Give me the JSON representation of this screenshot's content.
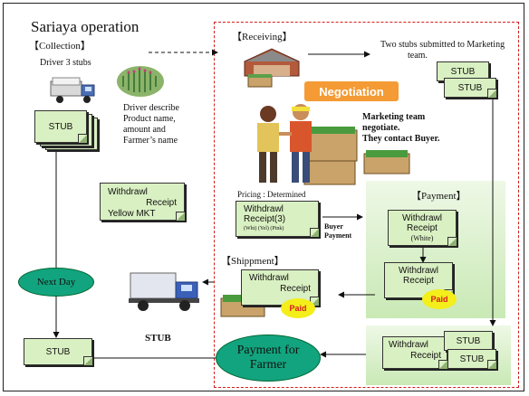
{
  "title": "Sariaya operation",
  "collection": {
    "heading": "【Collection】",
    "driver_stubs": "Driver 3 stubs",
    "describe_lines": [
      "Driver describe",
      "Product name,",
      "amount and",
      "Farmer’s name"
    ]
  },
  "receiving": {
    "heading": "【Receiving】",
    "note_lines": [
      "Two stubs submitted to Marketing",
      "team."
    ]
  },
  "negotiation": {
    "label": "Negotiation",
    "note_lines": [
      "Marketing team",
      "negotiate.",
      "They contact Buyer."
    ]
  },
  "pricing": "Pricing : Determined",
  "receipt3": {
    "lines": [
      "Withdrawl",
      "Receipt(3)"
    ],
    "sub": "(Wht) (Yel) (Pink)"
  },
  "buyer_payment": [
    "Buyer",
    "Payment"
  ],
  "yellow_receipt": {
    "lines": [
      "Withdrawl",
      "Receipt"
    ],
    "sub": "Yellow MKT"
  },
  "payment": {
    "heading": "【Payment】",
    "receipt_white": {
      "lines": [
        "Withdrawl",
        "Receipt"
      ],
      "sub": "(White)"
    },
    "receipt_paid": {
      "lines": [
        "Withdrawl",
        "Receipt"
      ]
    }
  },
  "paid_label": "Paid",
  "shipment": {
    "heading": "【Shippment】",
    "receipt": {
      "lines": [
        "Withdrawl",
        "Receipt"
      ]
    }
  },
  "stub_label": "STUB",
  "stub_caption": "STUB",
  "next_day": "Next Day",
  "payment_for_farmer": [
    "Payment for",
    "Farmer"
  ],
  "colors": {
    "dash_red": "#d21d1d",
    "doc_green": "#d9f0c2",
    "ellipse_green": "#12a47e",
    "neg_orange": "#f49b35",
    "paid_yellow": "#f4ee1a"
  }
}
